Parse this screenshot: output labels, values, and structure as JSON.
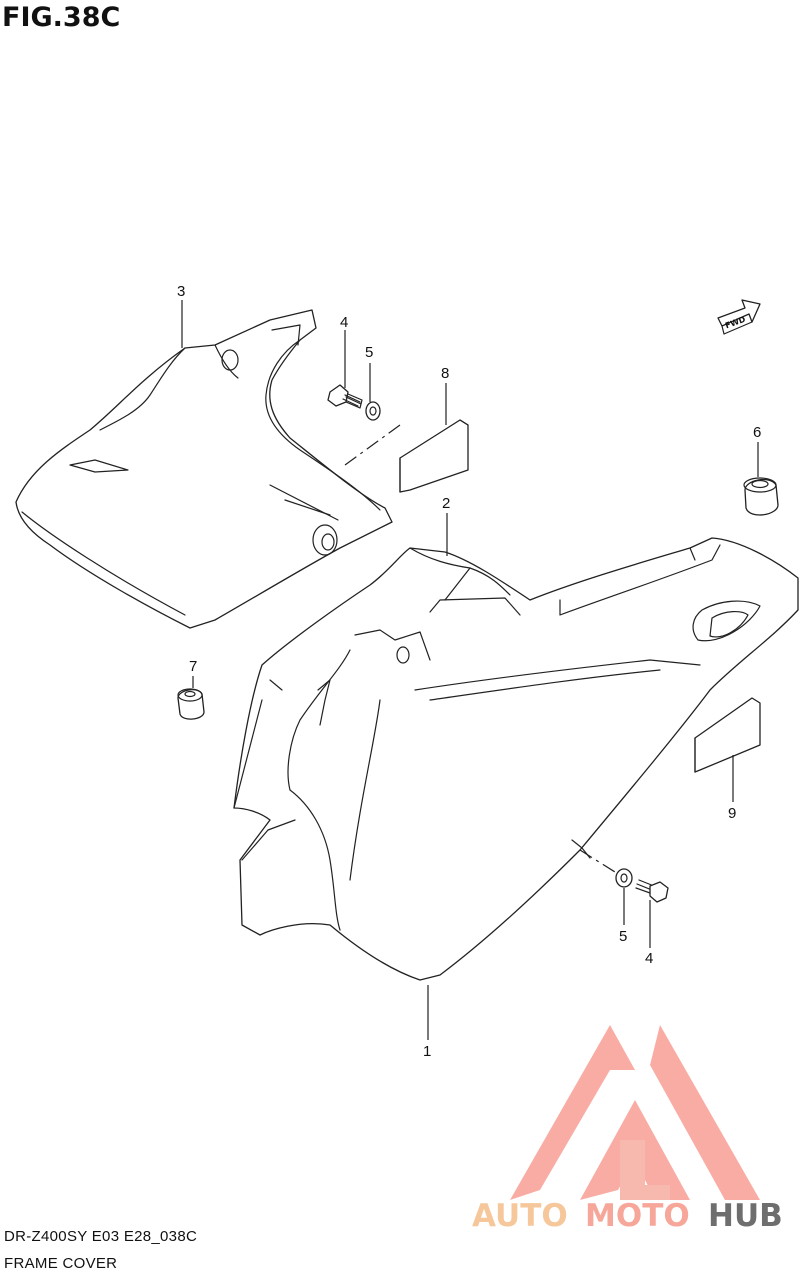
{
  "figure": {
    "title": "FIG.38C",
    "model_code": "DR-Z400SY E03 E28_038C",
    "section_name": "FRAME COVER"
  },
  "direction_marker": {
    "label": "FWD"
  },
  "callouts": {
    "c1": "1",
    "c2": "2",
    "c3": "3",
    "c4_top": "4",
    "c5_top": "5",
    "c6": "6",
    "c7": "7",
    "c8": "8",
    "c9": "9",
    "c5_bottom": "5",
    "c4_bottom": "4"
  },
  "watermark": {
    "brand_part1": "AUTO",
    "brand_part2": "MOTO",
    "brand_part3": "HUB",
    "colors": {
      "auto": "#f6c79a",
      "moto": "#f6a79a",
      "hub": "#6e6e6e",
      "logo": "#f9a49a"
    }
  }
}
